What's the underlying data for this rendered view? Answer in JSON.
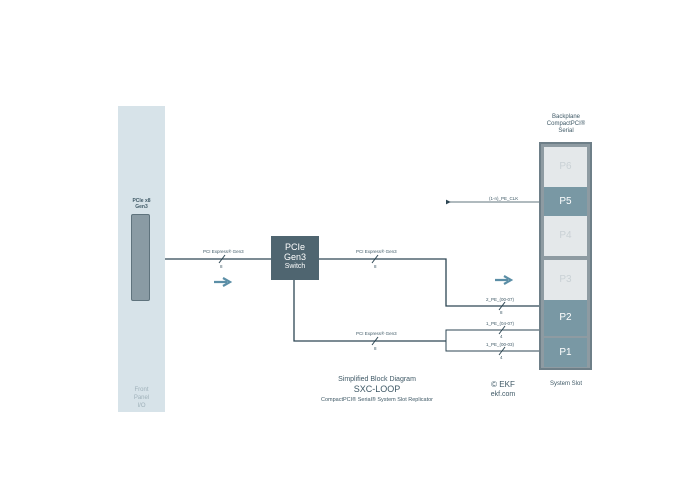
{
  "front_panel": {
    "connector_label": [
      "PCIe x8",
      "Gen3"
    ],
    "panel_label": [
      "Front",
      "Panel",
      "I/O"
    ]
  },
  "switch": {
    "line1": "PCIe",
    "line2": "Gen3",
    "line3": "Switch"
  },
  "links": {
    "panel_to_switch": {
      "label": "PCI Express® Gen3",
      "count": "8"
    },
    "switch_to_p2": {
      "label": "PCI Express® Gen3",
      "count": "8"
    },
    "switch_to_p1": {
      "label": "PCI Express® Gen3",
      "count": "8"
    }
  },
  "signals": {
    "clk": "(1-n)_PE_CLK",
    "p2_a": "2_PE_(00-07)",
    "p2_a_count": "8",
    "p2_b": "1_PE_(04-07)",
    "p2_b_count": "4",
    "p1": "1_PE_(00-03)",
    "p1_count": "4"
  },
  "backplane": {
    "title": [
      "Backplane",
      "CompactPCI®",
      "Serial"
    ],
    "slots": [
      "P6",
      "P5",
      "P4",
      "P3",
      "P2",
      "P1"
    ],
    "footer": "System Slot"
  },
  "caption": {
    "line1": "Simplified Block Diagram",
    "line2": "SXC-LOOP",
    "line3": "CompactPCI® Serial® System Slot Replicator"
  },
  "brand": {
    "line1": "© EKF",
    "line2": "ekf.com"
  },
  "colors": {
    "wire": "#2d4653",
    "arrow": "#5b8ea6",
    "switch": "#4f6570",
    "slot_used": "#7998a4",
    "slot_empty": "#e4e8ea",
    "panel": "#d7e3e9"
  }
}
